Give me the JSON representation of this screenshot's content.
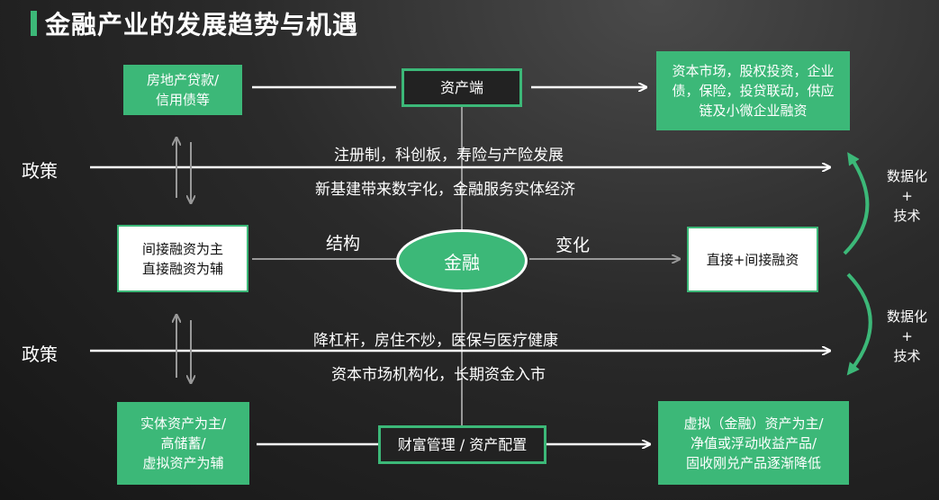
{
  "title": "金融产业的发展趋势与机遇",
  "top_left": "房地产贷款/\n信用债等",
  "top_center": "资产端",
  "top_right": "资本市场，股权投资，企业\n债，保险，投贷联动，供应\n链及小微企业融资",
  "policy_label": "政策",
  "policy1_line1": "注册制，科创板，寿险与产险发展",
  "policy1_line2": "新基建带来数字化，金融服务实体经济",
  "mid_left": "间接融资为主\n直接融资为辅",
  "structure_label": "结构",
  "center": "金融",
  "change_label": "变化",
  "mid_right": "直接+间接融资",
  "side_note": "数据化\n+\n技术",
  "policy2_line1": "降杠杆，房住不炒，医保与医疗健康",
  "policy2_line2": "资本市场机构化，长期资金入市",
  "bottom_left": "实体资产为主/\n高储蓄/\n虚拟资产为辅",
  "bottom_center": "财富管理 / 资产配置",
  "bottom_right": "虚拟（金融）资产为主/\n净值或浮动收益产品/\n固收刚兑产品逐渐降低",
  "colors": {
    "accent": "#3cb878",
    "background": "#222222"
  }
}
